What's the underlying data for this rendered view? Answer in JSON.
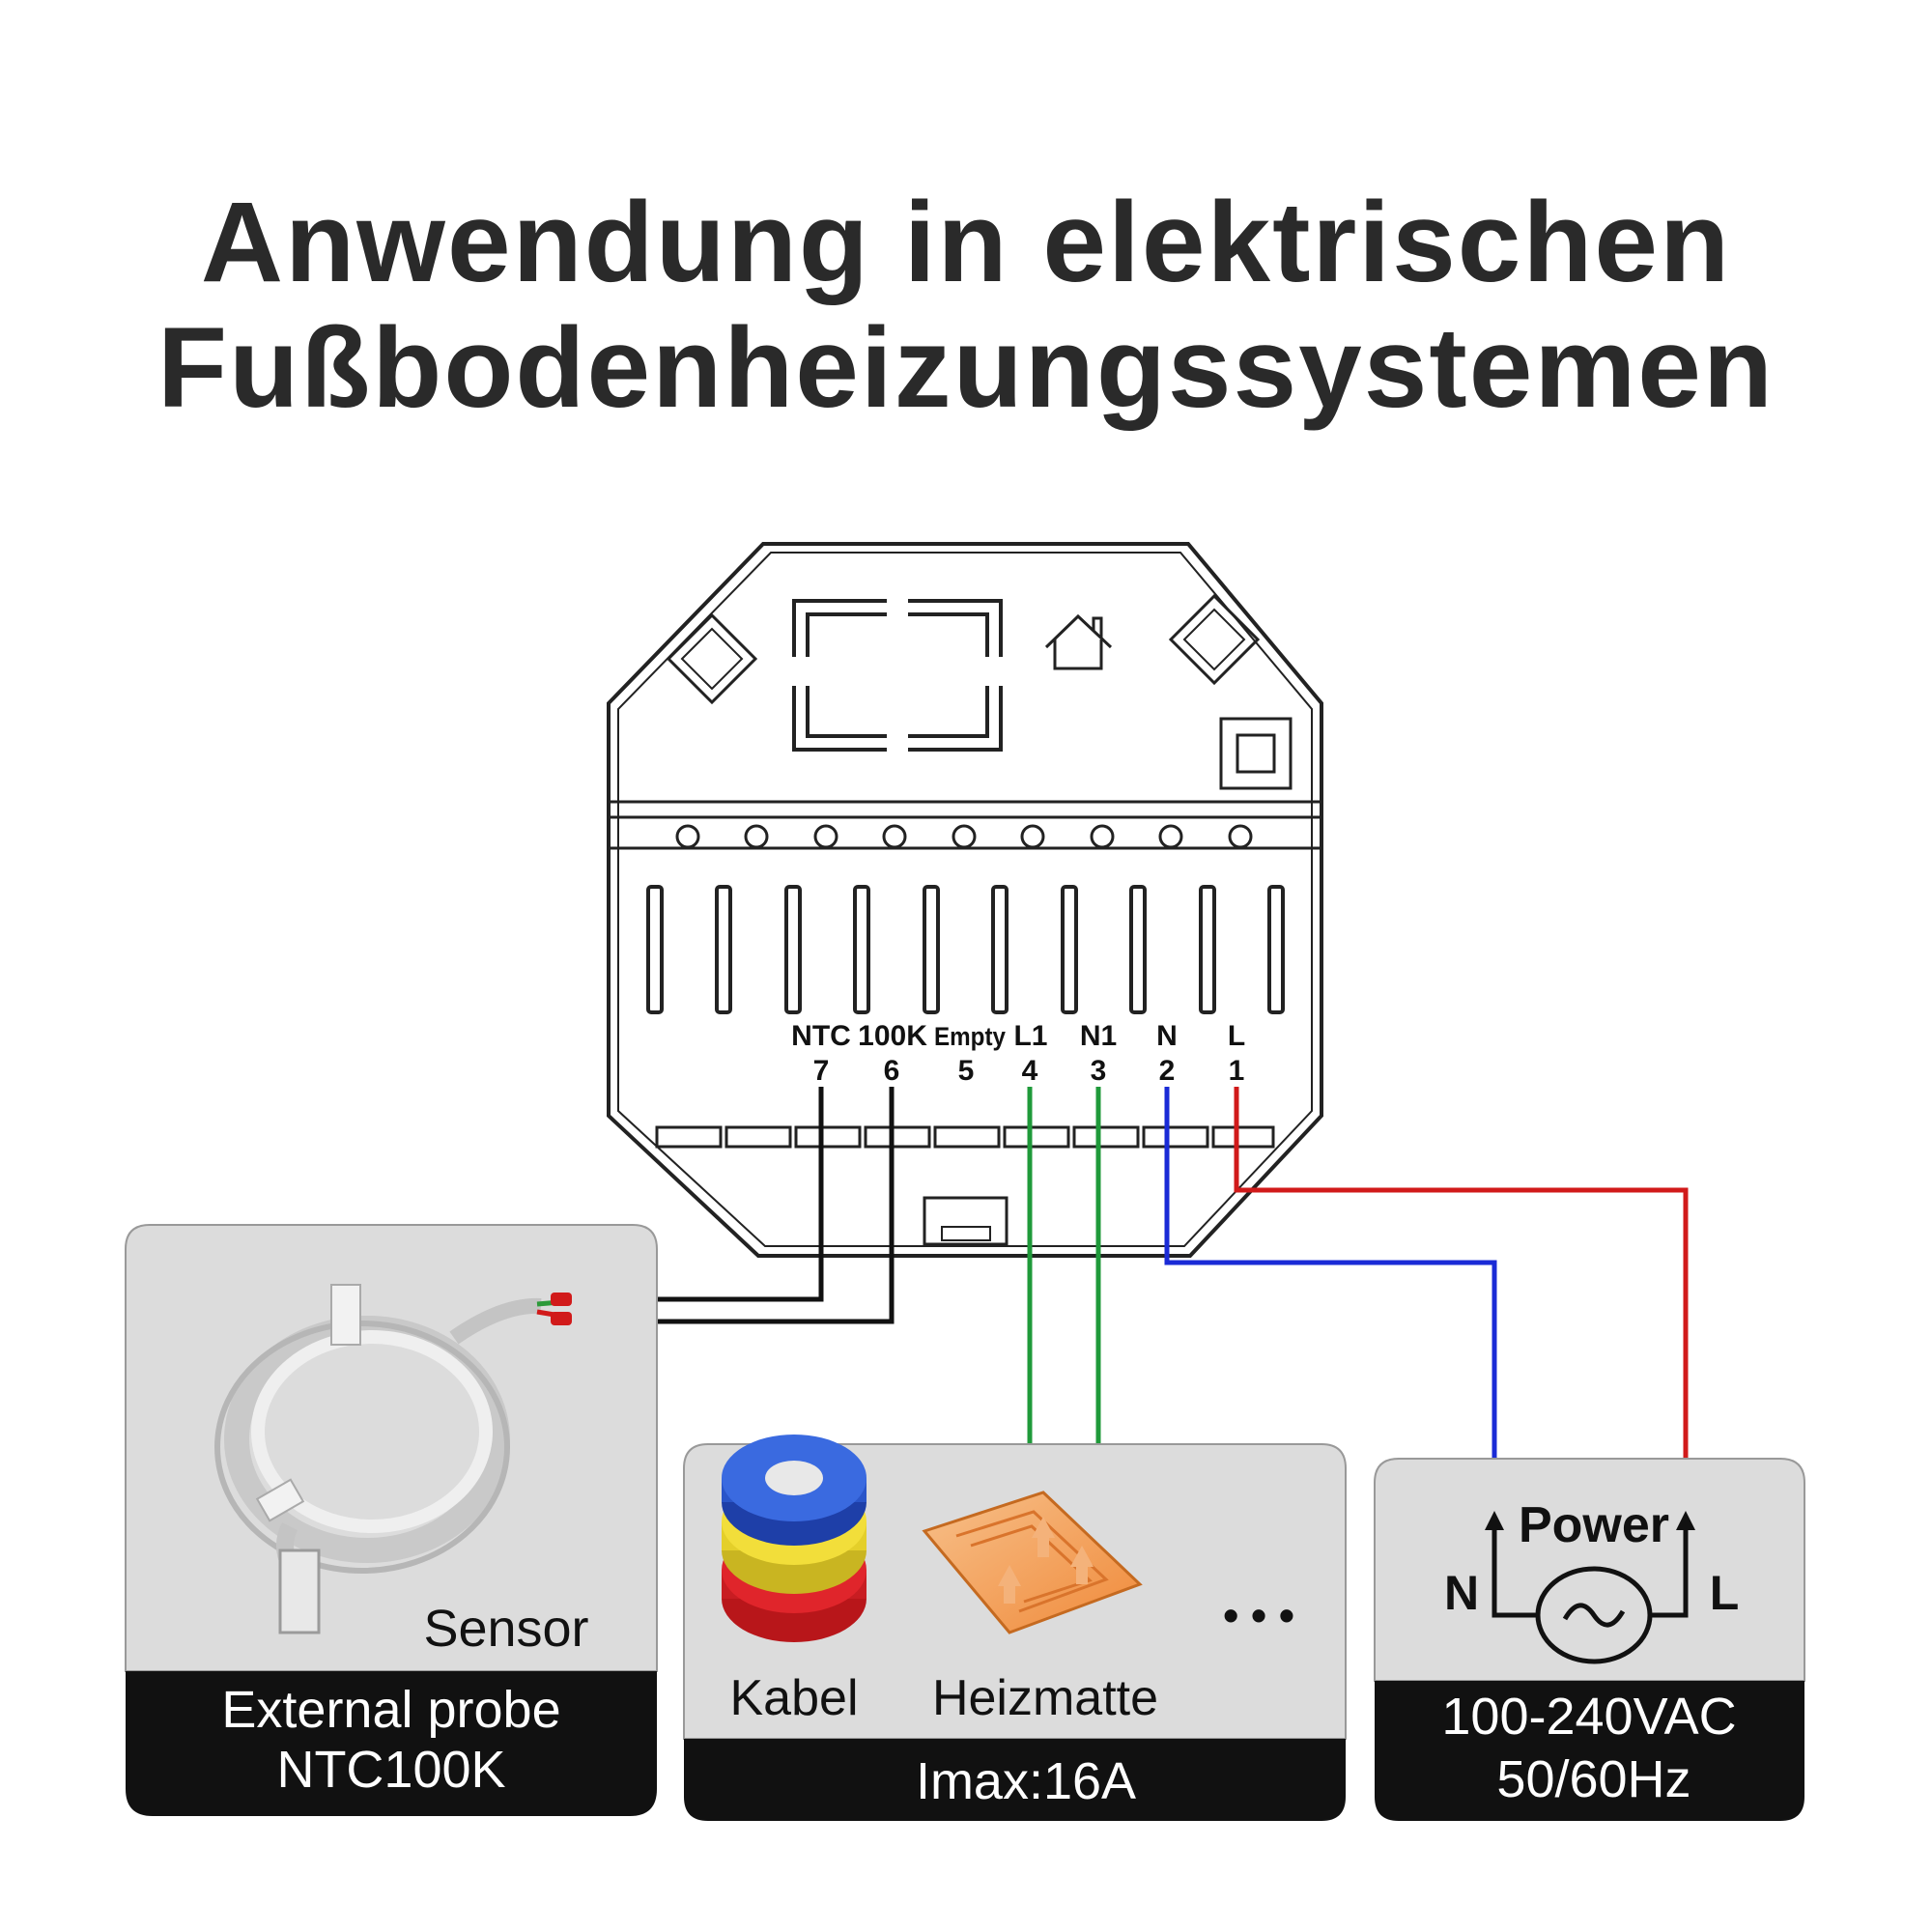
{
  "title": {
    "line1": "Anwendung in elektrischen",
    "line2": "Fußbodenheizungssystemen"
  },
  "terminals": [
    {
      "name": "NTC",
      "number": "7",
      "wire": "black"
    },
    {
      "name": "100K",
      "number": "6",
      "wire": "black"
    },
    {
      "name": "Empty",
      "number": "5",
      "wire": "none"
    },
    {
      "name": "L1",
      "number": "4",
      "wire": "green"
    },
    {
      "name": "N1",
      "number": "3",
      "wire": "green"
    },
    {
      "name": "N",
      "number": "2",
      "wire": "blue"
    },
    {
      "name": "L",
      "number": "1",
      "wire": "red"
    }
  ],
  "sensor_panel": {
    "image_label": "Sensor",
    "caption_line1": "External probe",
    "caption_line2": "NTC100K"
  },
  "load_panel": {
    "item1": "Kabel",
    "item2": "Heizmatte",
    "more": "• • •",
    "caption": "Imax:16A"
  },
  "power_panel": {
    "symbol_label": "Power",
    "neutral": "N",
    "live": "L",
    "caption_line1": "100-240VAC",
    "caption_line2": "50/60Hz"
  },
  "colors": {
    "title": "#2a2a2a",
    "panel_bg": "#dcdcdc",
    "caption_bg": "#111111",
    "wire_black": "#111111",
    "wire_green": "#1f9a3a",
    "wire_blue": "#1a2bd6",
    "wire_red": "#d11a1a"
  },
  "icons": [
    "home-icon",
    "cable-coil-icon",
    "heating-mat-icon",
    "ac-source-icon",
    "sensor-probe-icon"
  ]
}
